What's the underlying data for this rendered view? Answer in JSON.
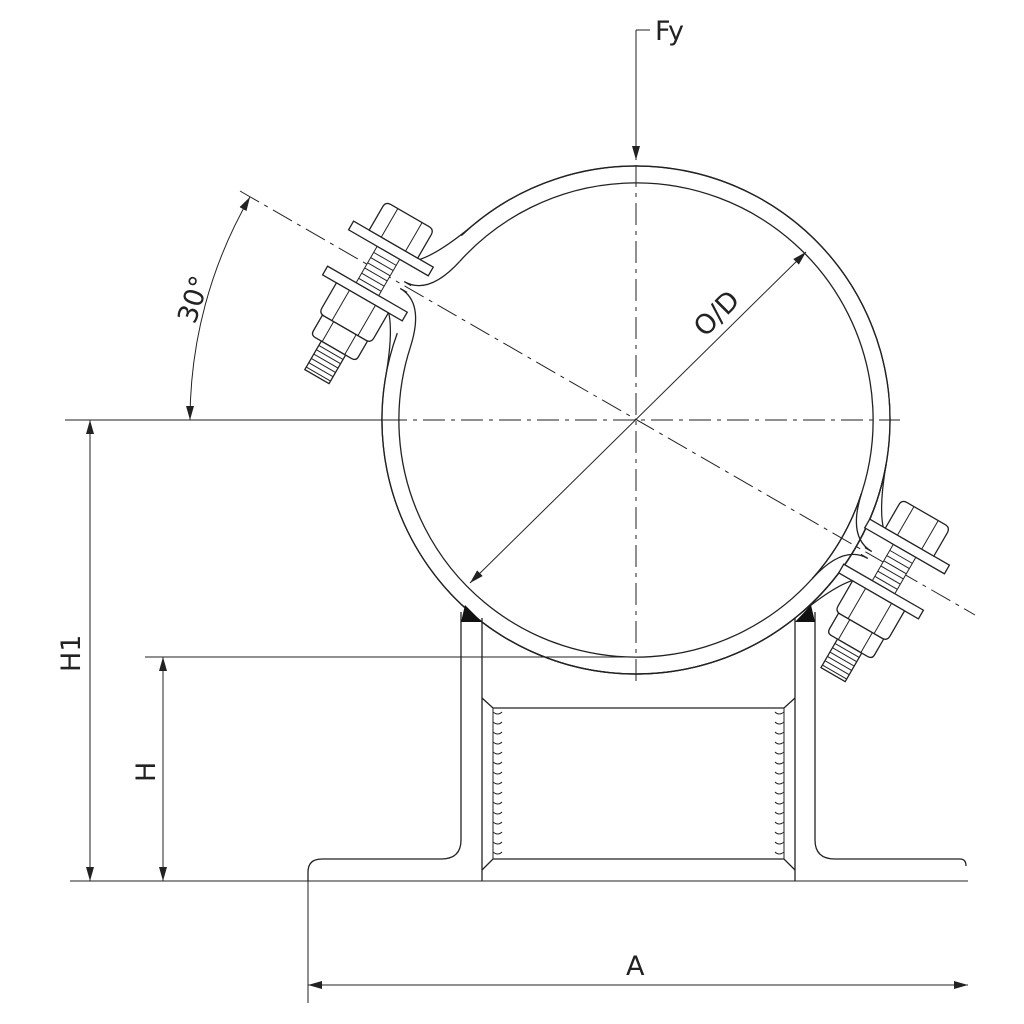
{
  "drawing": {
    "load_label": "Fy",
    "diameter_label": "O/D",
    "angle_label": "30°",
    "height1_label": "H1",
    "height_label": "H",
    "width_label": "A"
  },
  "colors": {
    "line": "#222222",
    "background": "#ffffff"
  }
}
